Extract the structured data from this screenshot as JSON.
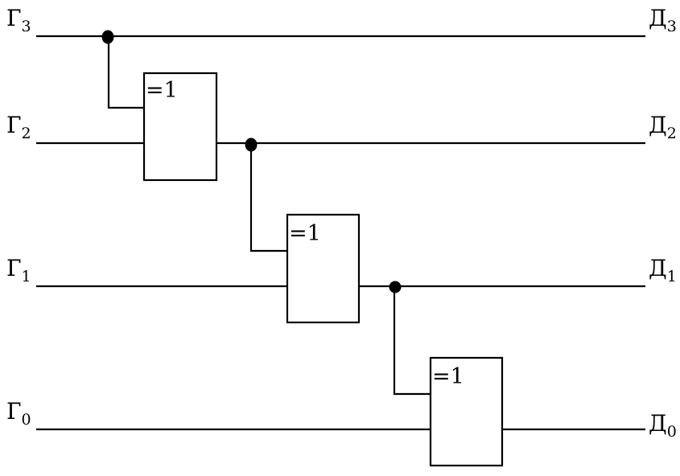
{
  "inputs": [
    {
      "base": "Г",
      "sub": "3"
    },
    {
      "base": "Г",
      "sub": "2"
    },
    {
      "base": "Г",
      "sub": "1"
    },
    {
      "base": "Г",
      "sub": "0"
    }
  ],
  "outputs": [
    {
      "base": "Д",
      "sub": "3"
    },
    {
      "base": "Д",
      "sub": "2"
    },
    {
      "base": "Д",
      "sub": "1"
    },
    {
      "base": "Д",
      "sub": "0"
    }
  ],
  "gates": [
    {
      "label": "=1"
    },
    {
      "label": "=1"
    },
    {
      "label": "=1"
    }
  ],
  "colors": {
    "line": "#000000",
    "background": "#ffffff"
  }
}
